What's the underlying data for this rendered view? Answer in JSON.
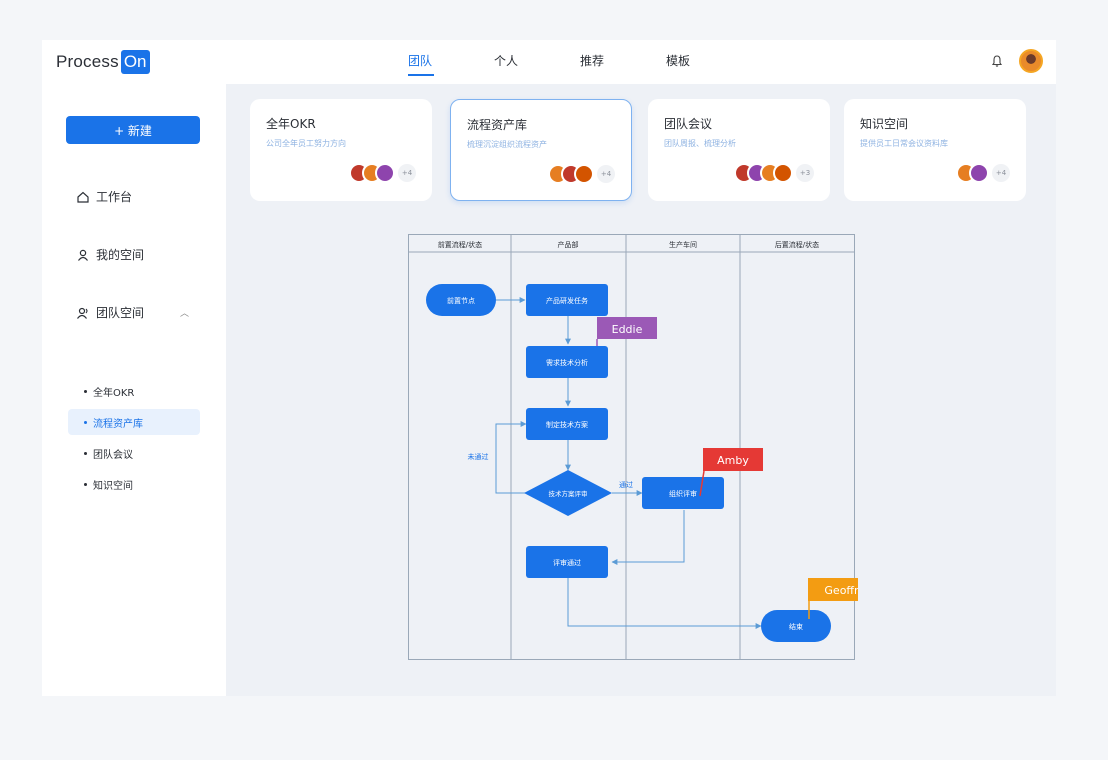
{
  "brand": {
    "name": "Process",
    "badge": "On"
  },
  "nav": {
    "tabs": [
      "团队",
      "个人",
      "推荐",
      "模板"
    ],
    "active": 0
  },
  "sidebar": {
    "new_button": "+ 新建",
    "items": [
      {
        "label": "工作台",
        "icon": "home-icon"
      },
      {
        "label": "我的空间",
        "icon": "user-icon"
      },
      {
        "label": "团队空间",
        "icon": "team-icon"
      }
    ],
    "sub_items": [
      "全年OKR",
      "流程资产库",
      "团队会议",
      "知识空间"
    ],
    "active_sub": 1
  },
  "cards": [
    {
      "title": "全年OKR",
      "desc": "公司全年员工努力方向",
      "more": "+4",
      "avatars": [
        "#c0392b",
        "#e67e22",
        "#8e44ad"
      ]
    },
    {
      "title": "流程资产库",
      "desc": "梳理沉淀组织流程资产",
      "more": "+4",
      "avatars": [
        "#e67e22",
        "#c0392b",
        "#d35400"
      ]
    },
    {
      "title": "团队会议",
      "desc": "团队周报、梳理分析",
      "more": "+3",
      "avatars": [
        "#c0392b",
        "#8e44ad",
        "#e67e22",
        "#d35400"
      ]
    },
    {
      "title": "知识空间",
      "desc": "提供员工日常会议资料库",
      "more": "+4",
      "avatars": [
        "#e67e22",
        "#8e44ad"
      ]
    }
  ],
  "colors": {
    "accent": "#1a73e8",
    "eddie": "#9b59b6",
    "amby": "#e53935",
    "geoffrey": "#f39c12"
  },
  "flowchart": {
    "lanes": [
      "前置流程/状态",
      "产品部",
      "生产车间",
      "后置流程/状态"
    ],
    "nodes": {
      "start": "前置节点",
      "n1": "产品研发任务",
      "n2": "需求技术分析",
      "n3": "制定技术方案",
      "decision": "技术方案评审",
      "n4": "组织评审",
      "n5": "评审通过",
      "end": "结束"
    },
    "edge_labels": {
      "pass": "通过",
      "reject": "未通过"
    },
    "cursors": {
      "eddie": "Eddie",
      "amby": "Amby",
      "geoffrey": "Geoffrey"
    }
  }
}
